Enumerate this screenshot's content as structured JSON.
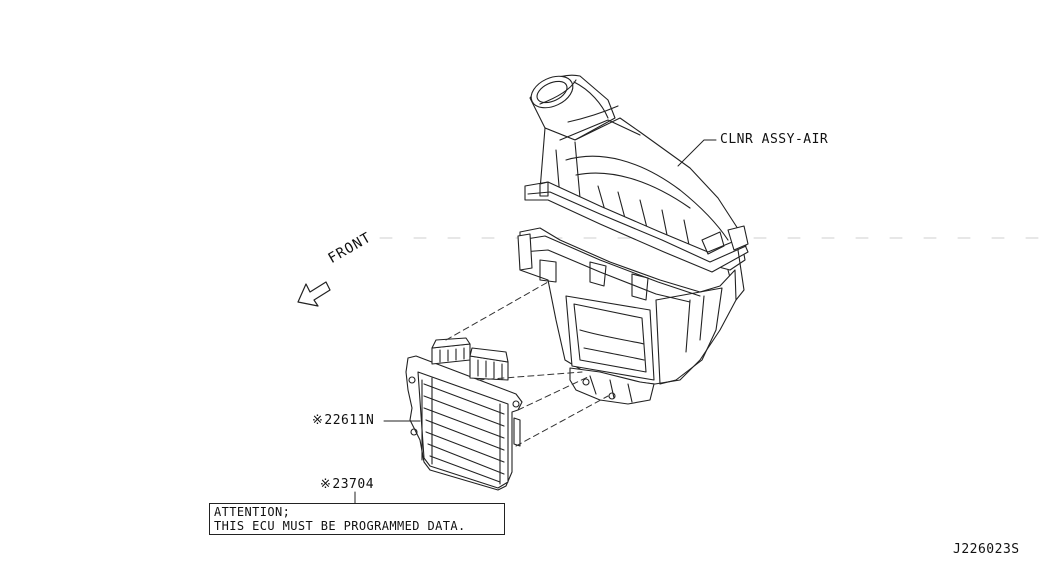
{
  "labels": {
    "air_cleaner": "CLNR ASSY-AIR",
    "front": "FRONT",
    "ecu_part": "22611N",
    "ecu_part_mark": "※",
    "harness_part": "23704",
    "harness_part_mark": "※",
    "diagram_code": "J226023S"
  },
  "attention": {
    "line1": "ATTENTION;",
    "line2": "THIS ECU MUST BE PROGRAMMED DATA."
  },
  "colors": {
    "ink": "#111111",
    "background": "#ffffff"
  }
}
